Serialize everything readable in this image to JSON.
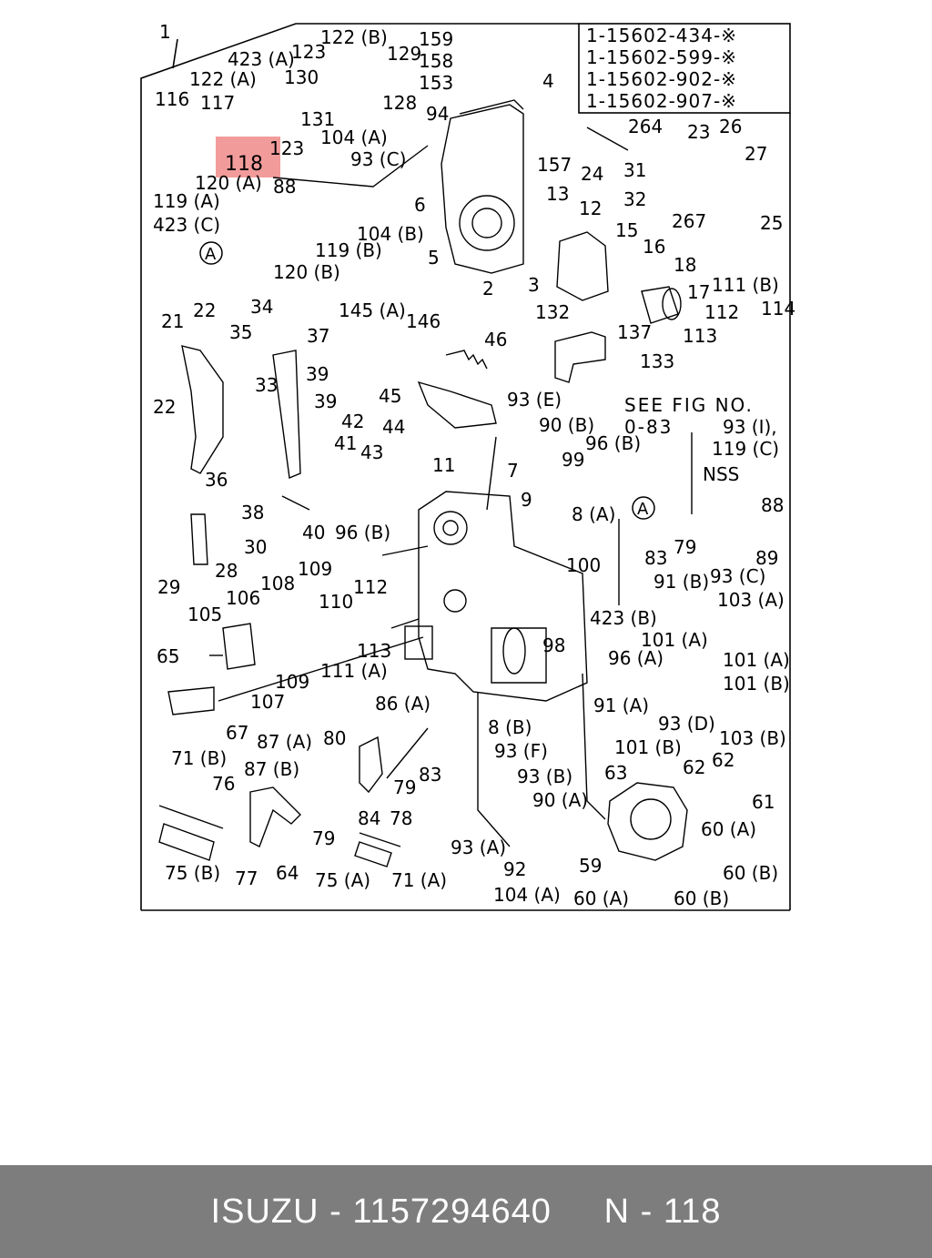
{
  "diagram": {
    "part_numbers": [
      "1-15602-434-※",
      "1-15602-599-※",
      "1-15602-902-※",
      "1-15602-907-※"
    ],
    "highlighted_label": "118",
    "note_lines": [
      "SEE FIG NO.",
      "0-83"
    ],
    "labels": [
      "1",
      "423 (A)",
      "123",
      "122 (B)",
      "129",
      "159",
      "158",
      "153",
      "122 (A)",
      "130",
      "128",
      "116",
      "117",
      "131",
      "94",
      "4",
      "123",
      "104 (A)",
      "93 (C)",
      "157",
      "264",
      "23",
      "26",
      "27",
      "119 (A)",
      "120 (A)",
      "88",
      "6",
      "24",
      "31",
      "32",
      "267",
      "25",
      "13",
      "12",
      "423 (C)",
      "104 (B)",
      "119 (B)",
      "120 (B)",
      "5",
      "2",
      "3",
      "15",
      "16",
      "18",
      "17",
      "111 (B)",
      "114",
      "112",
      "113",
      "145 (A)",
      "146",
      "132",
      "21",
      "22",
      "34",
      "35",
      "37",
      "46",
      "137",
      "133",
      "33",
      "39",
      "45",
      "93 (E)",
      "22",
      "39",
      "42",
      "44",
      "90 (B)",
      "96 (B)",
      "93 (I),",
      "119 (C)",
      "36",
      "41",
      "43",
      "11",
      "7",
      "99",
      "NSS",
      "38",
      "9",
      "8 (A)",
      "88",
      "40",
      "96 (B)",
      "30",
      "83",
      "79",
      "89",
      "29",
      "28",
      "100",
      "91 (B)",
      "93 (C)",
      "108",
      "109",
      "103 (A)",
      "106",
      "110",
      "112",
      "423 (B)",
      "105",
      "101 (A)",
      "113",
      "98",
      "96 (A)",
      "101 (A)",
      "65",
      "109",
      "111 (A)",
      "101 (B)",
      "107",
      "86 (A)",
      "91 (A)",
      "93 (D)",
      "67",
      "8 (B)",
      "103 (B)",
      "87 (A)",
      "80",
      "93 (F)",
      "101 (B)",
      "71 (B)",
      "87 (B)",
      "83",
      "63",
      "62",
      "62",
      "93 (B)",
      "76",
      "79",
      "61",
      "84",
      "78",
      "90 (A)",
      "60 (A)",
      "79",
      "93 (A)",
      "92",
      "59",
      "60 (B)",
      "75 (B)",
      "77",
      "64",
      "75 (A)",
      "71 (A)",
      "104 (A)",
      "60 (A)",
      "60 (B)"
    ]
  },
  "footer": {
    "brand": "ISUZU",
    "separator": "-",
    "part_number": "1157294640",
    "page_code": "N - 118"
  }
}
